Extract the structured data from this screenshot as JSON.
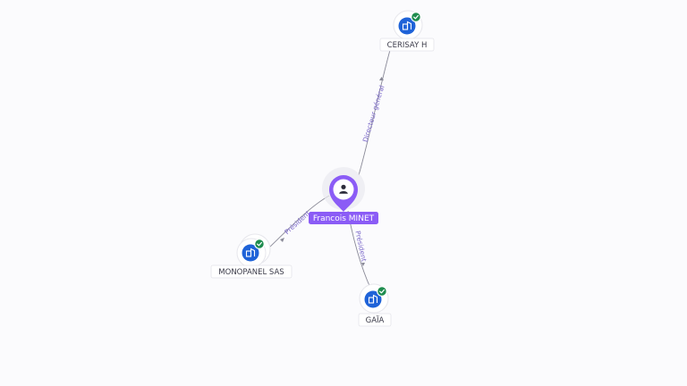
{
  "graph": {
    "center": {
      "name": "Francois MINET",
      "icon": "person-icon",
      "accent": "#8b5cf6"
    },
    "companies": [
      {
        "id": "cerisay",
        "name": "CERISAY H",
        "icon": "company-building-icon",
        "verified_icon": "verified-check-icon",
        "relation": "Directeur général"
      },
      {
        "id": "monopanel",
        "name": "MONOPANEL SAS",
        "icon": "company-building-icon",
        "verified_icon": "verified-check-icon",
        "relation": "Président"
      },
      {
        "id": "gaia",
        "name": "GAÏA",
        "icon": "company-building-icon",
        "verified_icon": "verified-check-icon",
        "relation": "Président"
      }
    ],
    "colors": {
      "company": "#1f63d8",
      "verified": "#1e8c4e",
      "edge": "#8a8a98",
      "edge_label": "#7a67c9"
    }
  }
}
